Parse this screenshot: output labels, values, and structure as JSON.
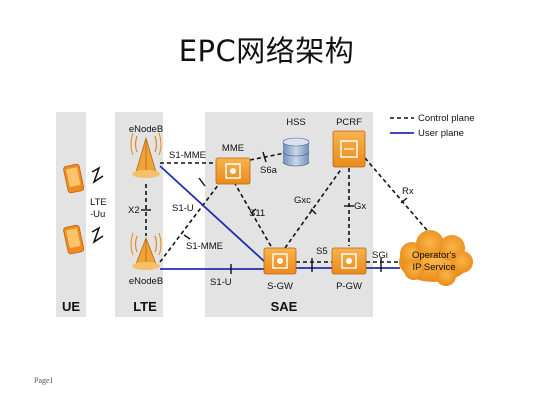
{
  "title": "EPC网络架构",
  "page_label": "Page1",
  "legend": {
    "control_plane": "Control plane",
    "user_plane": "User plane"
  },
  "columns": {
    "ue": "UE",
    "lte": "LTE",
    "sae": "SAE"
  },
  "nodes": {
    "enodeb_top": "eNodeB",
    "enodeb_bottom": "eNodeB",
    "mme": "MME",
    "hss": "HSS",
    "pcrf": "PCRF",
    "sgw": "S-GW",
    "pgw": "P-GW",
    "operator_line1": "Operator's",
    "operator_line2": "IP Service"
  },
  "interfaces": {
    "lte_uu_line1": "LTE",
    "lte_uu_line2": "-Uu",
    "x2": "X2",
    "s1_mme_top": "S1-MME",
    "s1_u_mid": "S1-U",
    "s1_mme_mid": "S1-MME",
    "s1_u_bottom": "S1-U",
    "s6a": "S6a",
    "s11": "S11",
    "gxc": "Gxc",
    "gx": "Gx",
    "rx": "Rx",
    "s5": "S5",
    "sgi": "SGi"
  },
  "colors": {
    "panel": "#e3e3e3",
    "node_orange": "#f29a2e",
    "user_plane": "#1f2fb0",
    "cloud": "#f39a26"
  }
}
